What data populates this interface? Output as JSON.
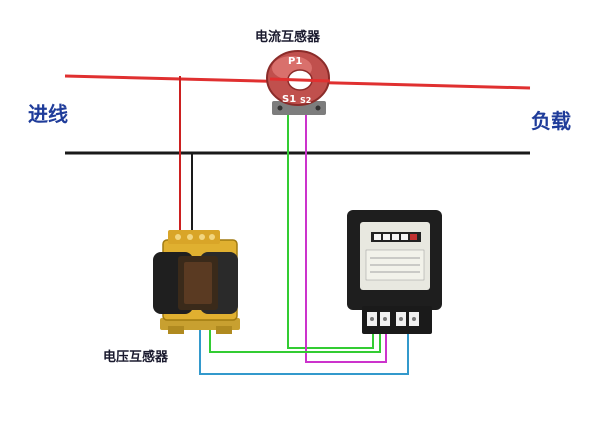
{
  "labels": {
    "current_transformer": "电流互感器",
    "incoming": "进线",
    "load": "负载",
    "voltage_transformer": "电压互感器",
    "p1": "P1",
    "s1": "S1",
    "s2": "S2"
  },
  "colors": {
    "live_line": "#e03030",
    "neutral_line": "#1a1a1a",
    "wire_green": "#33cc33",
    "wire_purple": "#cc33cc",
    "wire_blue": "#3399cc",
    "wire_red": "#cc2020",
    "ct_core": "#c0504d",
    "label_dark": "#1a1a2e",
    "label_blue": "#1f3c9a"
  }
}
